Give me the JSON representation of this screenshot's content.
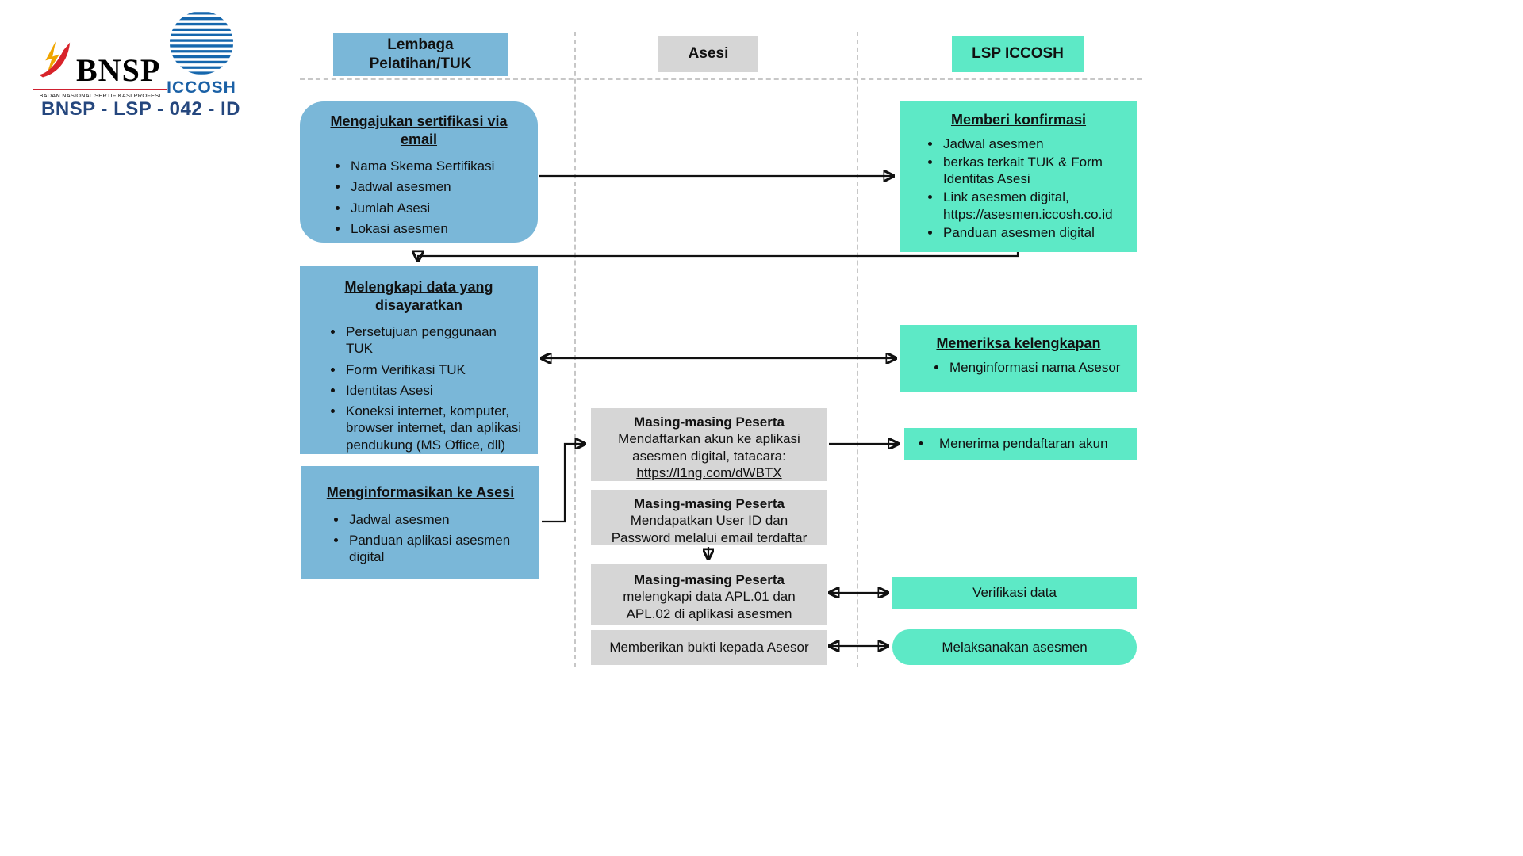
{
  "colors": {
    "lane_blue": "#7ab7d8",
    "lane_gray": "#d6d6d6",
    "lane_teal": "#5de9c6",
    "doc_code_navy": "#25477e",
    "iccosh_blue": "#1b61a6",
    "bnsp_red": "#cf2030",
    "arrow_black": "#111111"
  },
  "branding": {
    "bnsp_wordmark": "BNSP",
    "bnsp_subtext": "BADAN NASIONAL SERTIFIKASI PROFESI",
    "iccosh_wordmark": "ICCOSH",
    "doc_code": "BNSP - LSP - 042 - ID"
  },
  "lane_headers": [
    "Lembaga Pelatihan/TUK",
    "Asesi",
    "LSP ICCOSH"
  ],
  "tuk_lane": {
    "mengajukan": {
      "title": "Mengajukan sertifikasi via email",
      "items": [
        "Nama Skema Sertifikasi",
        "Jadwal asesmen",
        "Jumlah Asesi",
        "Lokasi asesmen"
      ]
    },
    "melengkapi": {
      "title": "Melengkapi data yang disayaratkan",
      "items": [
        "Persetujuan penggunaan TUK",
        "Form Verifikasi TUK",
        "Identitas Asesi",
        "Koneksi internet, komputer, browser internet, dan aplikasi pendukung (MS Office, dll)"
      ]
    },
    "menginformasikan": {
      "title": "Menginformasikan ke Asesi",
      "items": [
        "Jadwal asesmen",
        "Panduan aplikasi asesmen digital"
      ]
    }
  },
  "asesi_lane": {
    "daftar_akun": {
      "heading": "Masing-masing Peserta",
      "body": "Mendaftarkan akun ke aplikasi asesmen digital, tatacara:",
      "link": "https://l1ng.com/dWBTX"
    },
    "user_id": {
      "heading": "Masing-masing Peserta",
      "body": "Mendapatkan User ID dan Password melalui email terdaftar"
    },
    "apl": {
      "heading": "Masing-masing Peserta",
      "body": "melengkapi data APL.01 dan APL.02 di aplikasi asesmen"
    },
    "bukti": {
      "body": "Memberikan bukti kepada Asesor"
    }
  },
  "lsp_lane": {
    "konfirmasi": {
      "title": "Memberi konfirmasi",
      "item1": "Jadwal asesmen",
      "item2": "berkas terkait TUK & Form Identitas Asesi",
      "item3_text": "Link asesmen digital,",
      "item3_link": "https://asesmen.iccosh.co.id",
      "item4": "Panduan asesmen digital"
    },
    "memeriksa": {
      "title": "Memeriksa kelengkapan",
      "item1": "Menginformasi nama Asesor"
    },
    "menerima": {
      "bullet": "•",
      "text": "Menerima pendaftaran akun"
    },
    "verifikasi": {
      "text": "Verifikasi data"
    },
    "melaksanakan": {
      "text": "Melaksanakan asesmen"
    }
  }
}
